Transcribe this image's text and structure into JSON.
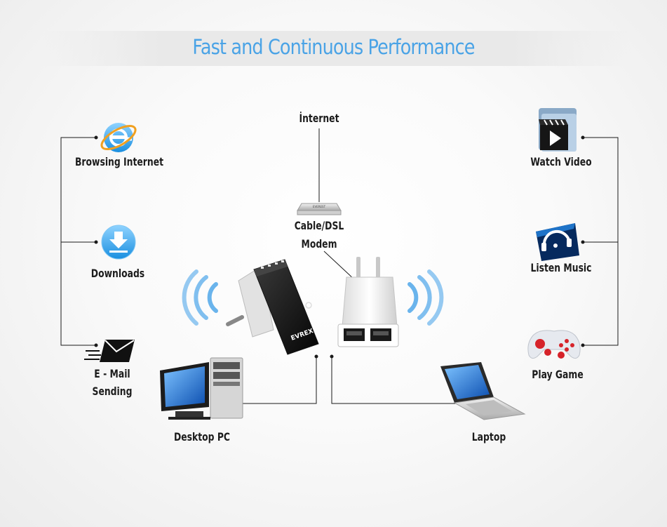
{
  "title": "Fast and Continuous Performance",
  "top": {
    "internet": "İnternet",
    "modem_line1": "Cable/DSL",
    "modem_line2": "Modem",
    "modem_brand": "EVEREST"
  },
  "left": {
    "browsing": "Browsing Internet",
    "downloads": "Downloads",
    "email_line1": "E - Mail",
    "email_line2": "Sending"
  },
  "right": {
    "video": "Watch Video",
    "music": "Listen Music",
    "game": "Play Game"
  },
  "bottom": {
    "desktop": "Desktop PC",
    "laptop": "Laptop"
  },
  "device": {
    "brand": "EVREX"
  },
  "colors": {
    "title": "#4aa3e6",
    "line": "#1a1a1a",
    "wave": "#6ab4ec"
  }
}
